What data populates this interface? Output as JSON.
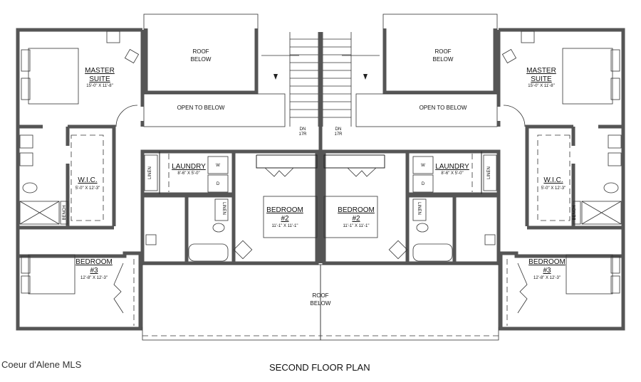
{
  "title": "SECOND FLOOR PLAN",
  "watermark": "Coeur d'Alene MLS",
  "rooms": {
    "master": {
      "name": "MASTER SUITE",
      "line1": "MASTER",
      "line2": "SUITE",
      "size": "15'-0\" X 11'-8\""
    },
    "wic": {
      "name": "W.I.C.",
      "size": "5'-0\" X 12'-3\""
    },
    "laundry": {
      "name": "LAUNDRY",
      "size": "8'-6\" X 5'-0\""
    },
    "bedroom2": {
      "line1": "BEDROOM",
      "line2": "#2",
      "size": "11'-1\" X 11'-1\""
    },
    "bedroom3": {
      "line1": "BEDROOM",
      "line2": "#3",
      "size": "12'-8\" X 12'-3\""
    },
    "roof_top": {
      "line1": "ROOF",
      "line2": "BELOW"
    },
    "roof_bottom": {
      "line1": "ROOF",
      "line2": "BELOW"
    },
    "open": "OPEN TO BELOW",
    "stairs": {
      "line1": "DN",
      "line2": "17R"
    },
    "linen": "LINEN",
    "bench": "BENCH",
    "washer": "W",
    "dryer": "D"
  }
}
